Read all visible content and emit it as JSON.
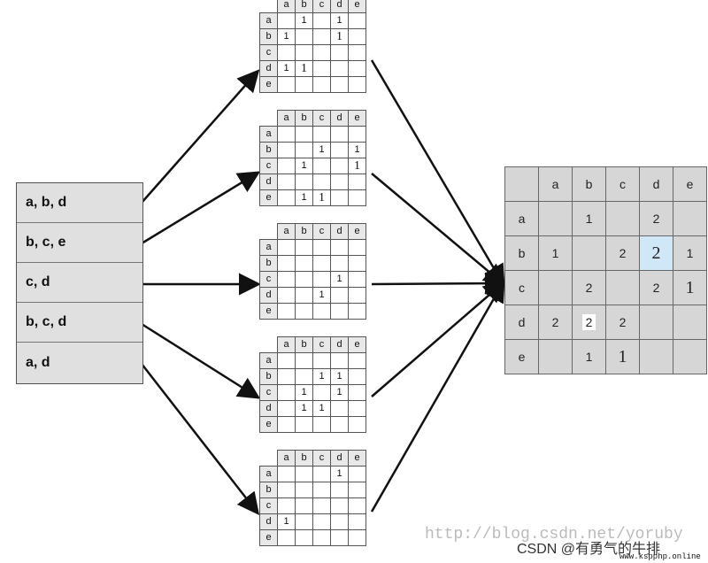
{
  "transactions": [
    "a, b, d",
    "b, c, e",
    "c, d",
    "b, c, d",
    "a, d"
  ],
  "matrices": [
    {
      "header": [
        "",
        "a",
        "b",
        "c",
        "d",
        "e"
      ],
      "rows": [
        [
          "a",
          "",
          "1",
          "",
          "1",
          ""
        ],
        [
          "b",
          "1",
          "",
          "",
          "1",
          ""
        ],
        [
          "c",
          "",
          "",
          "",
          "",
          ""
        ],
        [
          "d",
          "1",
          "1",
          "",
          "",
          ""
        ],
        [
          "e",
          "",
          "",
          "",
          "",
          ""
        ]
      ]
    },
    {
      "header": [
        "",
        "a",
        "b",
        "c",
        "d",
        "e"
      ],
      "rows": [
        [
          "a",
          "",
          "",
          "",
          "",
          ""
        ],
        [
          "b",
          "",
          "",
          "1",
          "",
          "1"
        ],
        [
          "c",
          "",
          "1",
          "",
          "",
          "1"
        ],
        [
          "d",
          "",
          "",
          "",
          "",
          ""
        ],
        [
          "e",
          "",
          "1",
          "1",
          "",
          ""
        ]
      ]
    },
    {
      "header": [
        "",
        "a",
        "b",
        "c",
        "d",
        "e"
      ],
      "rows": [
        [
          "a",
          "",
          "",
          "",
          "",
          ""
        ],
        [
          "b",
          "",
          "",
          "",
          "",
          ""
        ],
        [
          "c",
          "",
          "",
          "",
          "1",
          ""
        ],
        [
          "d",
          "",
          "",
          "1",
          "",
          ""
        ],
        [
          "e",
          "",
          "",
          "",
          "",
          ""
        ]
      ]
    },
    {
      "header": [
        "",
        "a",
        "b",
        "c",
        "d",
        "e"
      ],
      "rows": [
        [
          "a",
          "",
          "",
          "",
          "",
          ""
        ],
        [
          "b",
          "",
          "",
          "1",
          "1",
          ""
        ],
        [
          "c",
          "",
          "1",
          "",
          "1",
          ""
        ],
        [
          "d",
          "",
          "1",
          "1",
          "",
          ""
        ],
        [
          "e",
          "",
          "",
          "",
          "",
          ""
        ]
      ]
    },
    {
      "header": [
        "",
        "a",
        "b",
        "c",
        "d",
        "e"
      ],
      "rows": [
        [
          "a",
          "",
          "",
          "",
          "1",
          ""
        ],
        [
          "b",
          "",
          "",
          "",
          "",
          ""
        ],
        [
          "c",
          "",
          "",
          "",
          "",
          ""
        ],
        [
          "d",
          "1",
          "",
          "",
          "",
          ""
        ],
        [
          "e",
          "",
          "",
          "",
          "",
          ""
        ]
      ]
    }
  ],
  "result_matrix": {
    "header": [
      "",
      "a",
      "b",
      "c",
      "d",
      "e"
    ],
    "rows": [
      [
        "a",
        "",
        "1",
        "",
        "2",
        ""
      ],
      [
        "b",
        "1",
        "",
        "2",
        "2",
        "1"
      ],
      [
        "c",
        "",
        "2",
        "",
        "2",
        "1"
      ],
      [
        "d",
        "2",
        "2",
        "2",
        "",
        ""
      ],
      [
        "e",
        "",
        "1",
        "1",
        "",
        ""
      ]
    ]
  },
  "watermarks": {
    "blog_url": "http://blog.csdn.net/yoruby",
    "csdn": "CSDN @有勇气的牛排",
    "site": "www.kspphp.online"
  }
}
